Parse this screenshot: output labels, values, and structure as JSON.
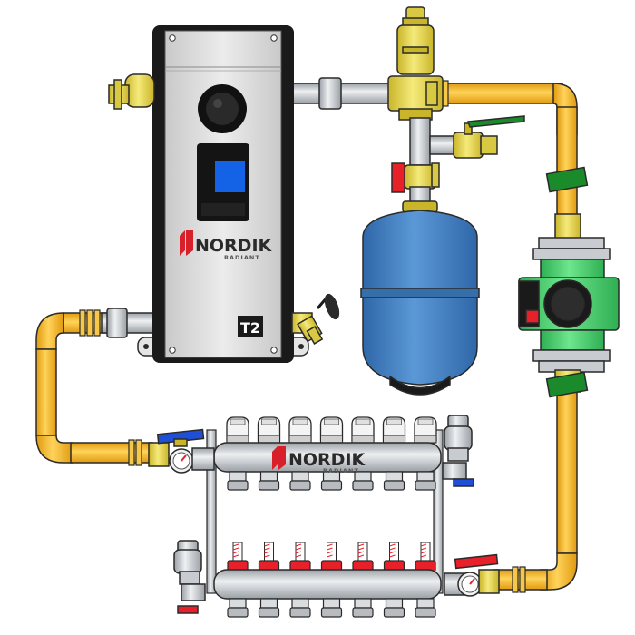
{
  "boiler": {
    "brand": "NORDIK",
    "brand_sub": "RADIANT",
    "model_mark": "T2"
  },
  "manifold": {
    "brand": "NORDIK",
    "brand_sub": "RADIANT",
    "loops": 7
  },
  "colors": {
    "supply_pipe": "#f6b81c",
    "pipe_outline": "#2a2a2a",
    "brass": "#e8d84a",
    "tank": "#3f7fc0",
    "pump": "#3fcf6a",
    "boiler_panel": "#dedede",
    "boiler_frame": "#1a1a1a",
    "display": "#1463e6",
    "valve_red": "#e8202a",
    "valve_blue": "#1e4fd6",
    "valve_green": "#1a8a2a",
    "steel": "#c8ccd0",
    "logo_red": "#d8202a"
  }
}
